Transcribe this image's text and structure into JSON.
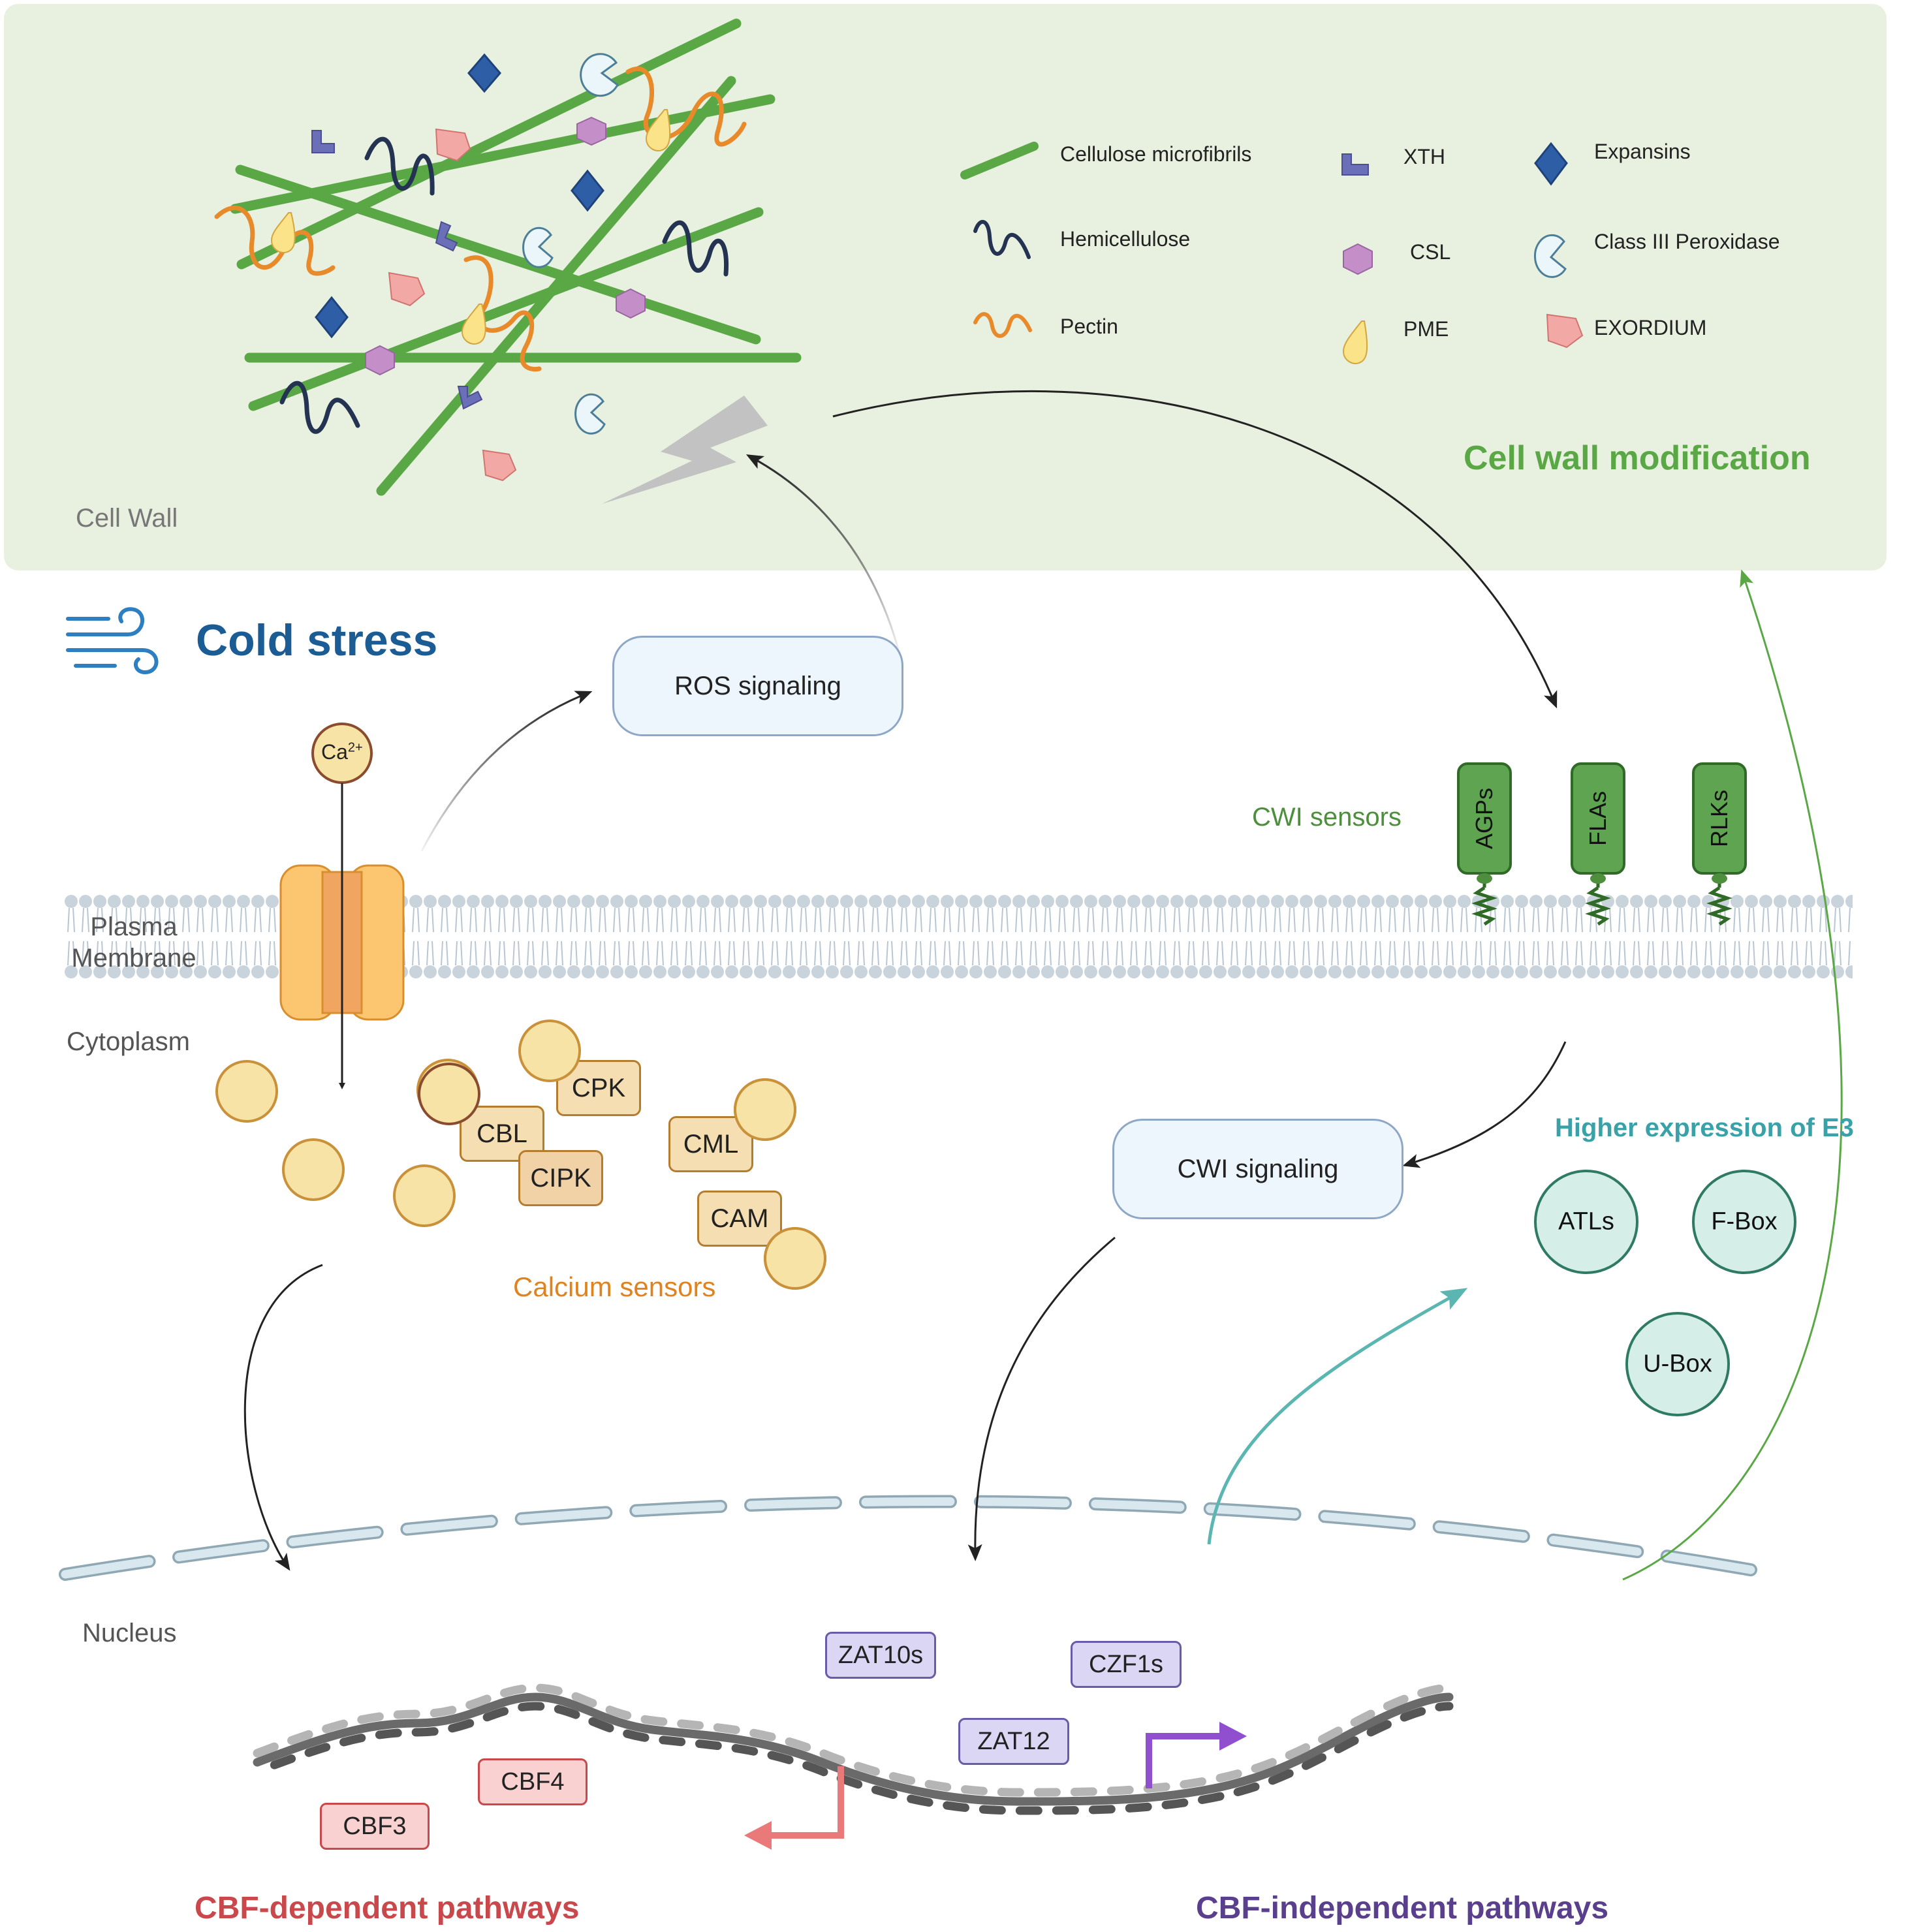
{
  "cell_wall": {
    "region_label": "Cell Wall",
    "process_label": "Cell wall modification"
  },
  "legend": [
    {
      "label": "Cellulose microfibrils",
      "icon": "cellulose-fibril-icon"
    },
    {
      "label": "Hemicellulose",
      "icon": "hemicellulose-squiggle-icon"
    },
    {
      "label": "Pectin",
      "icon": "pectin-squiggle-icon"
    },
    {
      "label": "XTH",
      "icon": "xth-l-shape-icon"
    },
    {
      "label": "CSL",
      "icon": "csl-hexagon-icon"
    },
    {
      "label": "PME",
      "icon": "pme-drop-icon"
    },
    {
      "label": "Expansins",
      "icon": "expansin-diamond-icon"
    },
    {
      "label": "Class III Peroxidase",
      "icon": "peroxidase-pacman-icon"
    },
    {
      "label": "EXORDIUM",
      "icon": "exordium-pentagon-icon"
    }
  ],
  "stress": {
    "title": "Cold stress",
    "icon": "cold-wind-icon"
  },
  "ros": {
    "label": "ROS signaling"
  },
  "calcium": {
    "ion_label": "Ca",
    "ion_charge": "2+",
    "sensors_label": "Calcium sensors",
    "boxes": [
      "CPK",
      "CBL",
      "CIPK",
      "CML",
      "CAM"
    ]
  },
  "membrane": {
    "plasma_line1": "Plasma",
    "plasma_line2": "Membrane",
    "cytoplasm": "Cytoplasm",
    "nucleus": "Nucleus"
  },
  "cwi": {
    "sensors_label": "CWI sensors",
    "sensors": [
      "AGPs",
      "FLAs",
      "RLKs"
    ],
    "signaling_label": "CWI signaling"
  },
  "e3": {
    "title": "Higher expression of E3",
    "items": [
      "ATLs",
      "F-Box",
      "U-Box"
    ]
  },
  "nucleus_factors": {
    "cbf": [
      "CBF4",
      "CBF3"
    ],
    "independent": [
      "ZAT10s",
      "CZF1s",
      "ZAT12"
    ]
  },
  "pathways": {
    "dependent": "CBF-dependent pathways",
    "independent": "CBF-independent pathways"
  },
  "colors": {
    "wall_bg": "#e8f0e0",
    "green": "#5aa845",
    "dark_green": "#4d8f3c",
    "blue_title": "#1b5c95",
    "orange_text": "#e0821e",
    "teal_text": "#3aa1a8",
    "red_text": "#c9484b",
    "purple_text": "#5a3f8c",
    "calcium_fill": "#f7e3a6",
    "calcium_stroke": "#c8913a",
    "e3_fill": "#d5efe8",
    "e3_stroke": "#2f7a63"
  }
}
